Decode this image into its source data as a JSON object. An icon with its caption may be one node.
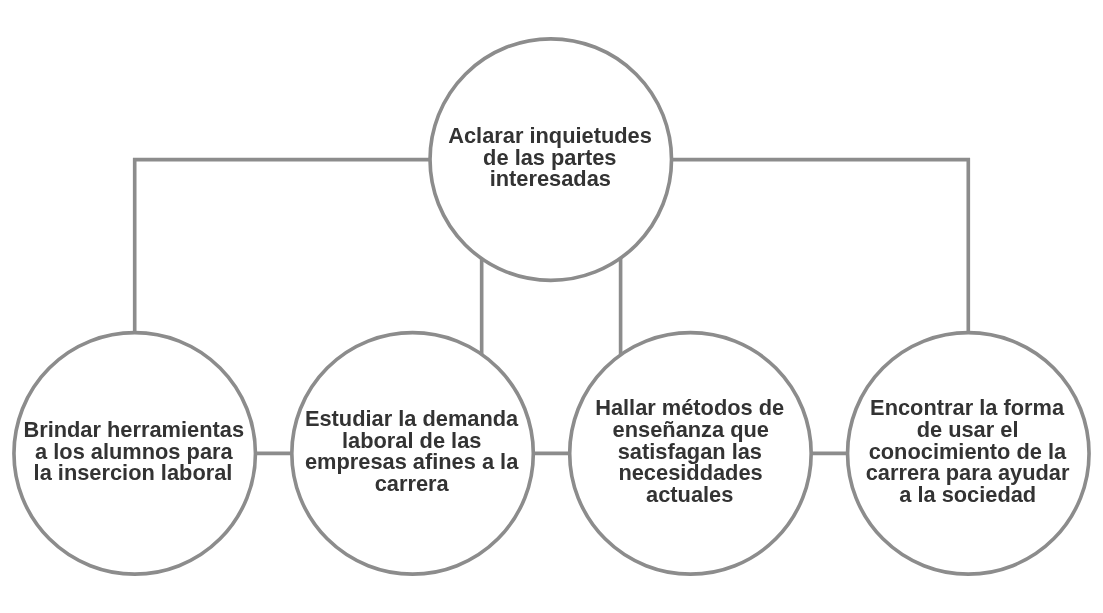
{
  "diagram": {
    "nodes": [
      {
        "text": [
          "Aclarar inquietudes de las partes interesadas"
        ]
      },
      {
        "text": [
          "Brindar herramientas a los alumnos para la insercion laboral"
        ]
      },
      {
        "text": [
          "Estudiar la demanda laboral de las empresas afines a la carrera"
        ]
      },
      {
        "text": [
          "Hallar métodos de enseñanza que satisfagan las necesiddades actuales"
        ]
      },
      {
        "text": [
          "Encontrar la forma de usar el conocimiento de la carrera para ayudar a la sociedad"
        ]
      }
    ],
    "edges": [
      {
        "from": 0,
        "to": 1,
        "arrow": "none"
      },
      {
        "from": 0,
        "to": 2,
        "arrow": "none"
      },
      {
        "from": 0,
        "to": 3,
        "arrow": "none"
      },
      {
        "from": 0,
        "to": 4,
        "arrow": "none"
      },
      {
        "from": 1,
        "to": 2,
        "arrow": "none"
      },
      {
        "from": 2,
        "to": 3,
        "arrow": "none"
      },
      {
        "from": 3,
        "to": 4,
        "arrow": "none"
      }
    ]
  }
}
